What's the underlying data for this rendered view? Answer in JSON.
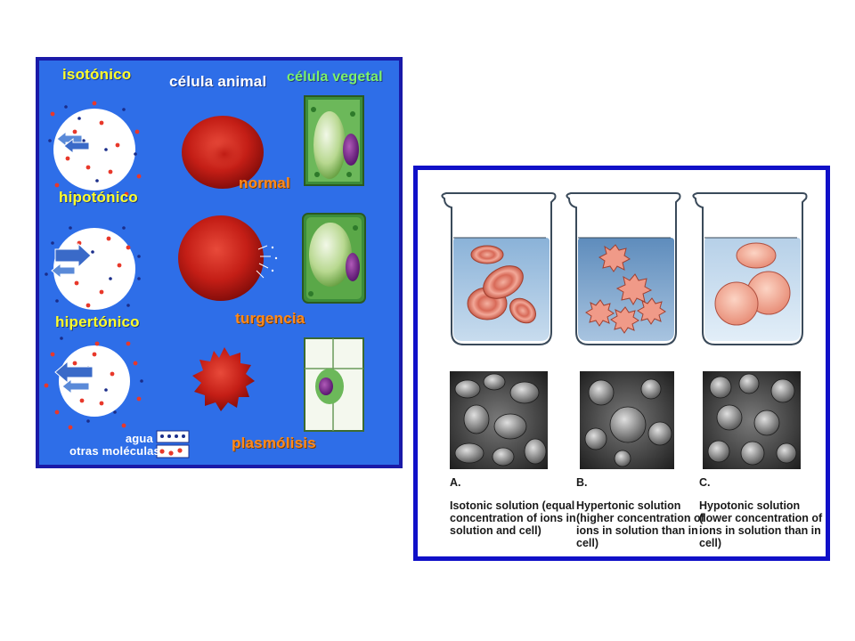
{
  "left_panel": {
    "labels": {
      "isotonico": "isotónico",
      "celula_animal": "célula animal",
      "celula_vegetal": "célula vegetal",
      "normal": "normal",
      "hipotonico": "hipotónico",
      "turgencia": "turgencia",
      "hipertonico": "hipertónico",
      "plasmolisis": "plasmólisis"
    },
    "legend": {
      "agua": "agua",
      "otras_moleculas": "otras moléculas"
    }
  },
  "right_panel": {
    "captions": [
      {
        "letter": "A.",
        "text": "Isotonic solution (equal concentration of ions in solution and cell)"
      },
      {
        "letter": "B.",
        "text": "Hypertonic solution (higher concentration of ions in solution than in cell)"
      },
      {
        "letter": "C.",
        "text": "Hypotonic solution (lower concentration of ions in solution than in cell)"
      }
    ]
  },
  "colors": {
    "left_background": "#2e6ee8",
    "left_border": "#1a1aa8",
    "right_border": "#1010c8",
    "label_yellow": "#ffff2a",
    "label_green": "#7df26a",
    "label_orange": "#ff8a1c"
  }
}
